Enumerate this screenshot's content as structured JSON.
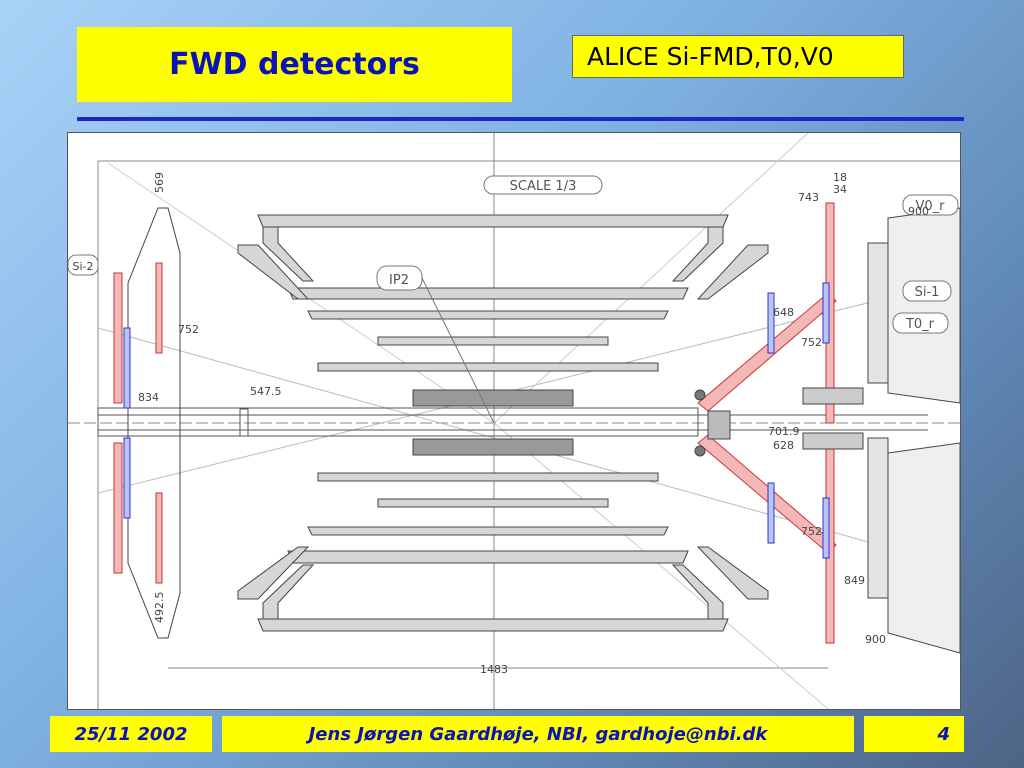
{
  "slide": {
    "title": "FWD detectors",
    "subtitle": "ALICE Si-FMD,T0,V0"
  },
  "drawing": {
    "scale_label": "SCALE 1/3",
    "ip_label": "IP2",
    "si2_label": "Si-2",
    "v0r_label": "V0_r",
    "si1_label": "Si-1",
    "t0r_label": "T0_r",
    "dimensions": [
      "569",
      "752",
      "834",
      "547.5",
      "752",
      "648",
      "752",
      "628",
      "701.9",
      "849",
      "900",
      "1483",
      "492.5",
      "900",
      "743",
      "18",
      "34"
    ]
  },
  "footer": {
    "date": "25/11 2002",
    "author": "Jens Jørgen Gaardhøje, NBI, gardhoje@nbi.dk",
    "page": "4"
  },
  "colors": {
    "title_blue": "#0a14b4",
    "box_yellow": "#ffff00",
    "rule_blue": "#1d27c8"
  }
}
